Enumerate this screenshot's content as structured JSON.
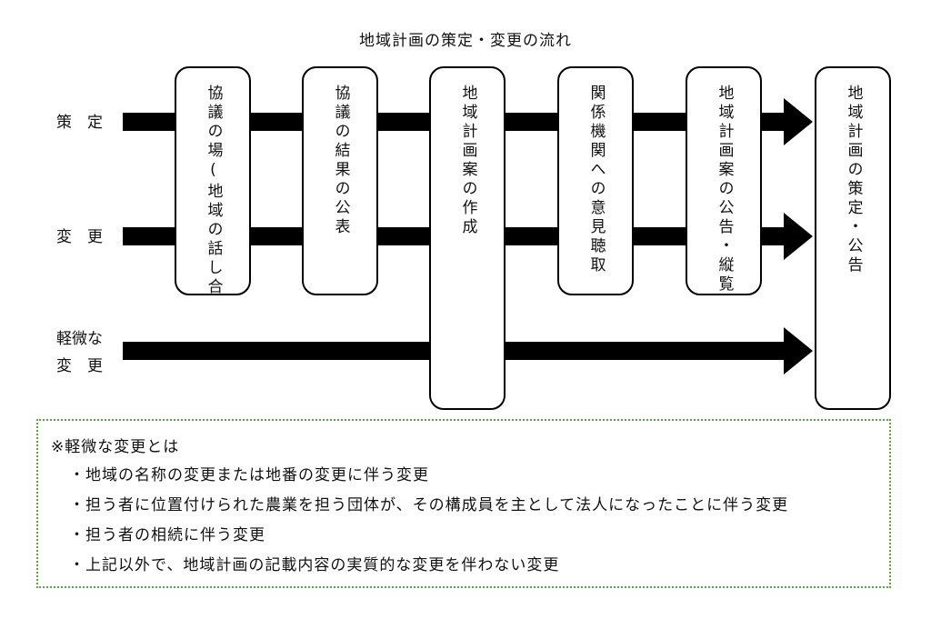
{
  "title": "地域計画の策定・変更の流れ",
  "rows": {
    "sakutei": "策　定",
    "henko": "変　更",
    "keibi_line1": "軽微な",
    "keibi_line2": "変　更"
  },
  "steps": [
    "協議の場(地域の話し合",
    "協議の結果の公表",
    "地域計画案の作成",
    "関係機関への意見聴取",
    "地域計画案の公告・縦覧",
    "地域計画の策定・公告"
  ],
  "note": {
    "heading": "※軽微な変更とは",
    "items": [
      "・地域の名称の変更または地番の変更に伴う変更",
      "・担う者に位置付けられた農業を担う団体が、その構成員を主として法人になったことに伴う変更",
      "・担う者の相続に伴う変更",
      "・上記以外で、地域計画の記載内容の実質的な変更を伴わない変更"
    ]
  },
  "colors": {
    "arrow": "#000000",
    "box_border": "#000000",
    "note_border": "#5aa63a"
  }
}
